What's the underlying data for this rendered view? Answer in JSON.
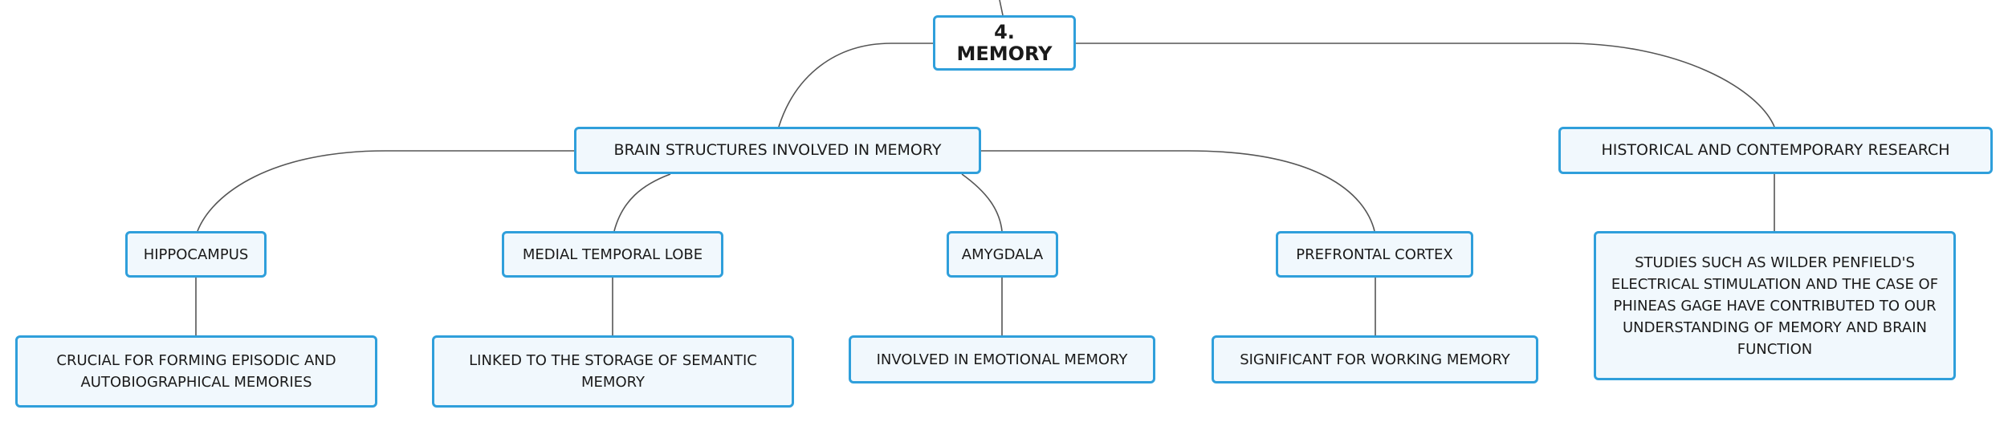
{
  "root": {
    "label": "4. MEMORY"
  },
  "branches": {
    "brain_structures": "BRAIN STRUCTURES INVOLVED IN MEMORY",
    "research": "HISTORICAL AND CONTEMPORARY RESEARCH"
  },
  "structures": {
    "hippocampus": {
      "label": "HIPPOCAMPUS",
      "detail": "CRUCIAL FOR FORMING EPISODIC AND AUTOBIOGRAPHICAL MEMORIES"
    },
    "medial_temporal_lobe": {
      "label": "MEDIAL TEMPORAL LOBE",
      "detail": "LINKED TO THE STORAGE OF SEMANTIC MEMORY"
    },
    "amygdala": {
      "label": "AMYGDALA",
      "detail": "INVOLVED IN EMOTIONAL MEMORY"
    },
    "prefrontal_cortex": {
      "label": "PREFRONTAL CORTEX",
      "detail": "SIGNIFICANT FOR WORKING MEMORY"
    }
  },
  "research_detail": "STUDIES SUCH AS WILDER PENFIELD'S ELECTRICAL STIMULATION AND THE CASE OF PHINEAS GAGE HAVE CONTRIBUTED TO OUR UNDERSTANDING OF MEMORY AND BRAIN FUNCTION",
  "colors": {
    "node_border": "#2f9fdb",
    "node_fill": "#f1f8fd",
    "connector": "#555555"
  }
}
